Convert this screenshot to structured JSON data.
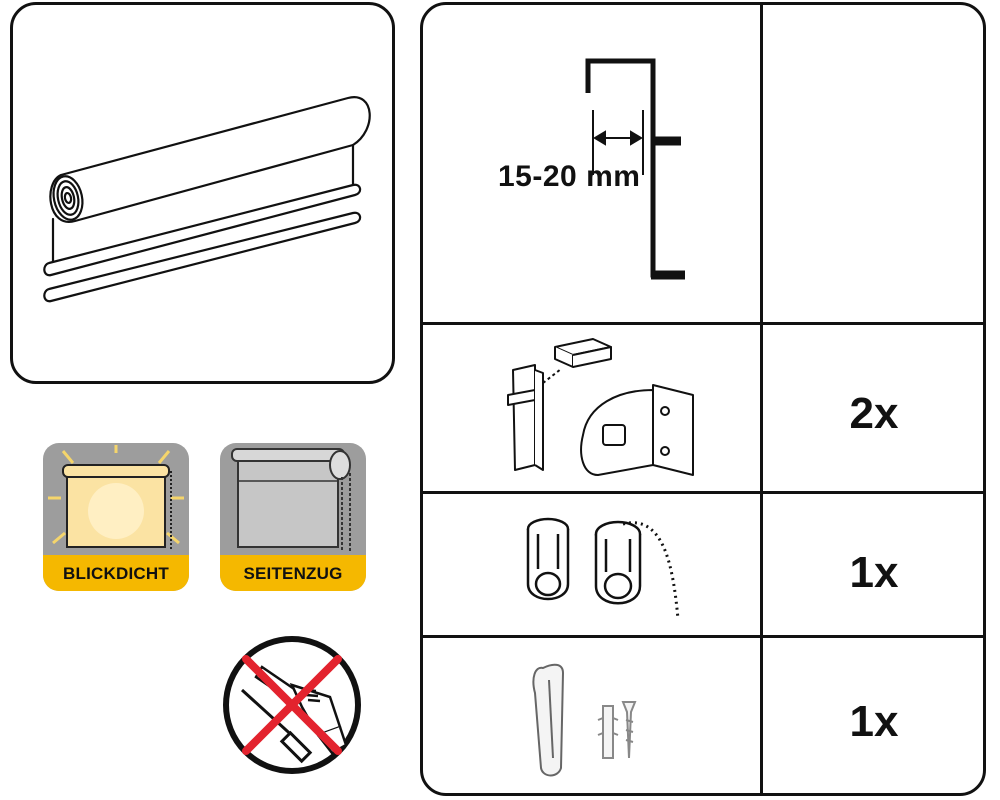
{
  "features": {
    "opaque_label": "BLICKDICHT",
    "side_pull_label": "SEITENZUG"
  },
  "mounting": {
    "distance_label": "15-20 mm"
  },
  "parts": [
    {
      "quantity": "2x"
    },
    {
      "quantity": "1x"
    },
    {
      "quantity": "1x"
    }
  ],
  "colors": {
    "badge_bg": "#9d9d9d",
    "badge_accent": "#f5b800",
    "no_tools_red": "#e3232e",
    "outline": "#111111"
  }
}
